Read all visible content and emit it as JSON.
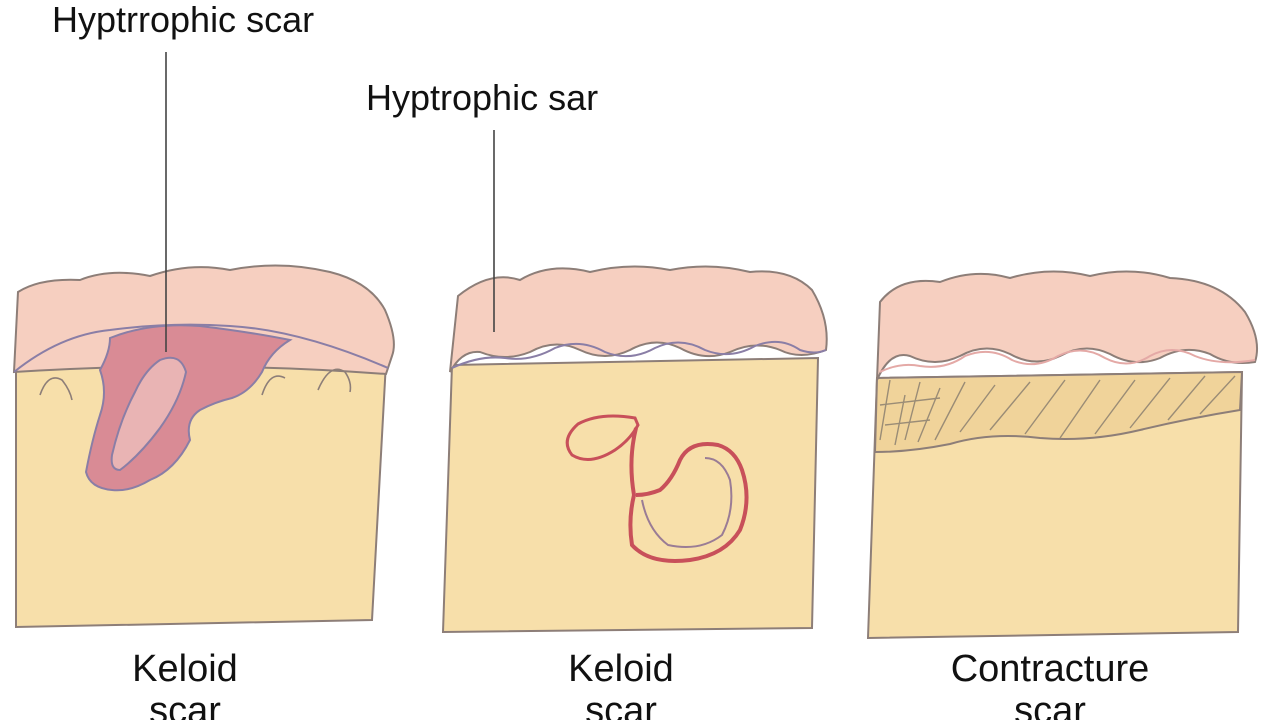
{
  "callouts": {
    "left": "Hyptrrophic scar",
    "middle": "Hyptrophic sar"
  },
  "captions": {
    "first": "Keloid scar",
    "second": "Keloid scar",
    "third": "Contracture scar"
  },
  "colors": {
    "skin_body": "#f7dfaa",
    "skin_top": "#f6cfc0",
    "outline": "#8d7e78",
    "scar_fill": "#d98b95",
    "scar_outline": "#8a7ea6",
    "keloid_outline": "#c8505a",
    "contracture_fill": "#f0d39a",
    "contracture_lines": "#9a8c76"
  }
}
